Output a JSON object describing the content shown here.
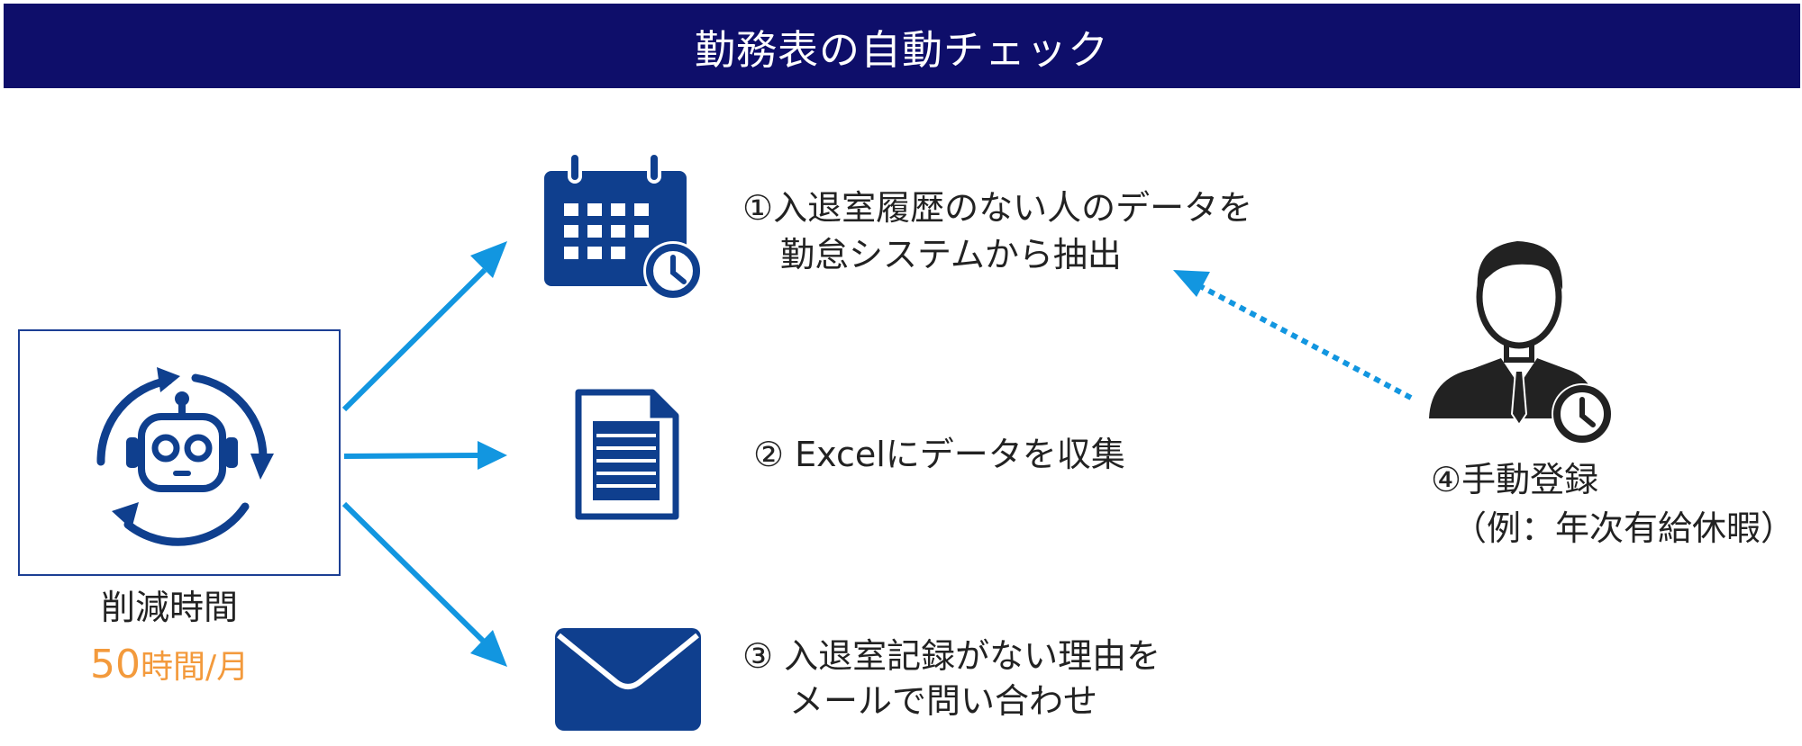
{
  "title": "勤務表の自動チェック",
  "robot": {
    "saving_label": "削減時間",
    "saving_number": "50",
    "saving_unit": "時間/月"
  },
  "steps": [
    {
      "line1": "①入退室履歴のない人のデータを",
      "line2": "勤怠システムから抽出",
      "icon": "calendar-clock-icon"
    },
    {
      "line1": "② Excelにデータを収集",
      "icon": "document-icon"
    },
    {
      "line1": "③ 入退室記録がない理由を",
      "line2": "メールで問い合わせ",
      "icon": "envelope-icon"
    }
  ],
  "manual": {
    "line1": "④手動登録",
    "line2": "（例：年次有給休暇）",
    "icon": "person-clock-icon"
  },
  "colors": {
    "banner": "#0e0e6a",
    "icon_blue": "#0f3f8e",
    "arrow_blue": "#1296e0",
    "accent_orange": "#f39a3c"
  }
}
